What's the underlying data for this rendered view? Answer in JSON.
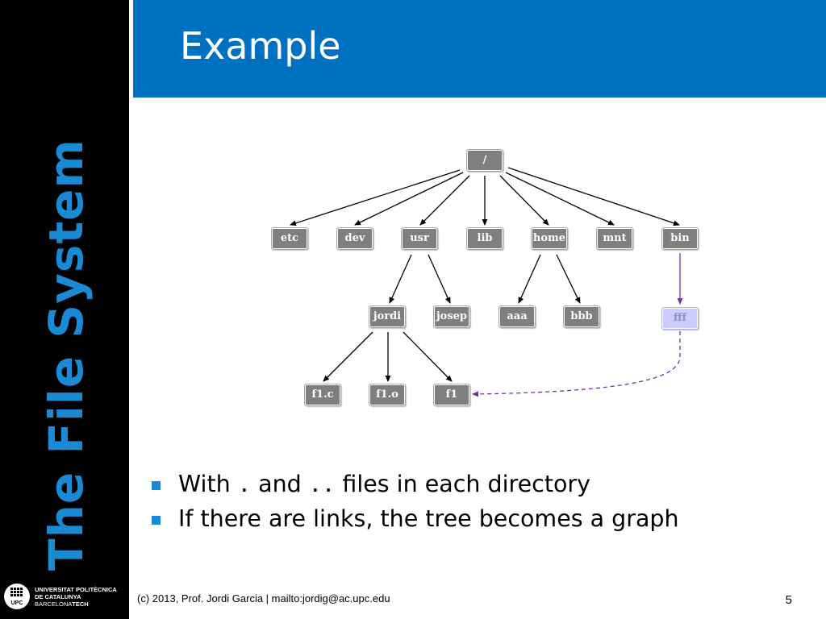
{
  "sidebar": {
    "title": "The File System",
    "accent_color": "#1a8ad4",
    "logo": {
      "icon": "upc-logo-icon",
      "mark_label": "UPC",
      "line1": "UNIVERSITAT POLITÈCNICA",
      "line2": "DE CATALUNYA",
      "line3_light": "BARCELONA",
      "line3_bold": "TECH"
    }
  },
  "header": {
    "title": "Example",
    "background_color": "#0070c0"
  },
  "diagram": {
    "nodes": {
      "root": "/",
      "etc": "etc",
      "dev": "dev",
      "usr": "usr",
      "lib": "lib",
      "home": "home",
      "mnt": "mnt",
      "bin": "bin",
      "jordi": "jordi",
      "josep": "josep",
      "aaa": "aaa",
      "bbb": "bbb",
      "fff": "fff",
      "f1c": "f1.c",
      "f1o": "f1.o",
      "f1": "f1"
    },
    "node_color": "#7f7f7f",
    "link_node_color": "#ccccff",
    "link_color": "#7030a0"
  },
  "bullets": [
    {
      "prefix": "With ",
      "code1": ".",
      "middle": " and ",
      "code2": "..",
      "suffix": " files in each directory"
    },
    {
      "text": "If there are links, the tree becomes a graph"
    }
  ],
  "footer": {
    "text": "(c) 2013, Prof. Jordi Garcia | mailto:jordig@ac.upc.edu",
    "page_number": "5"
  }
}
